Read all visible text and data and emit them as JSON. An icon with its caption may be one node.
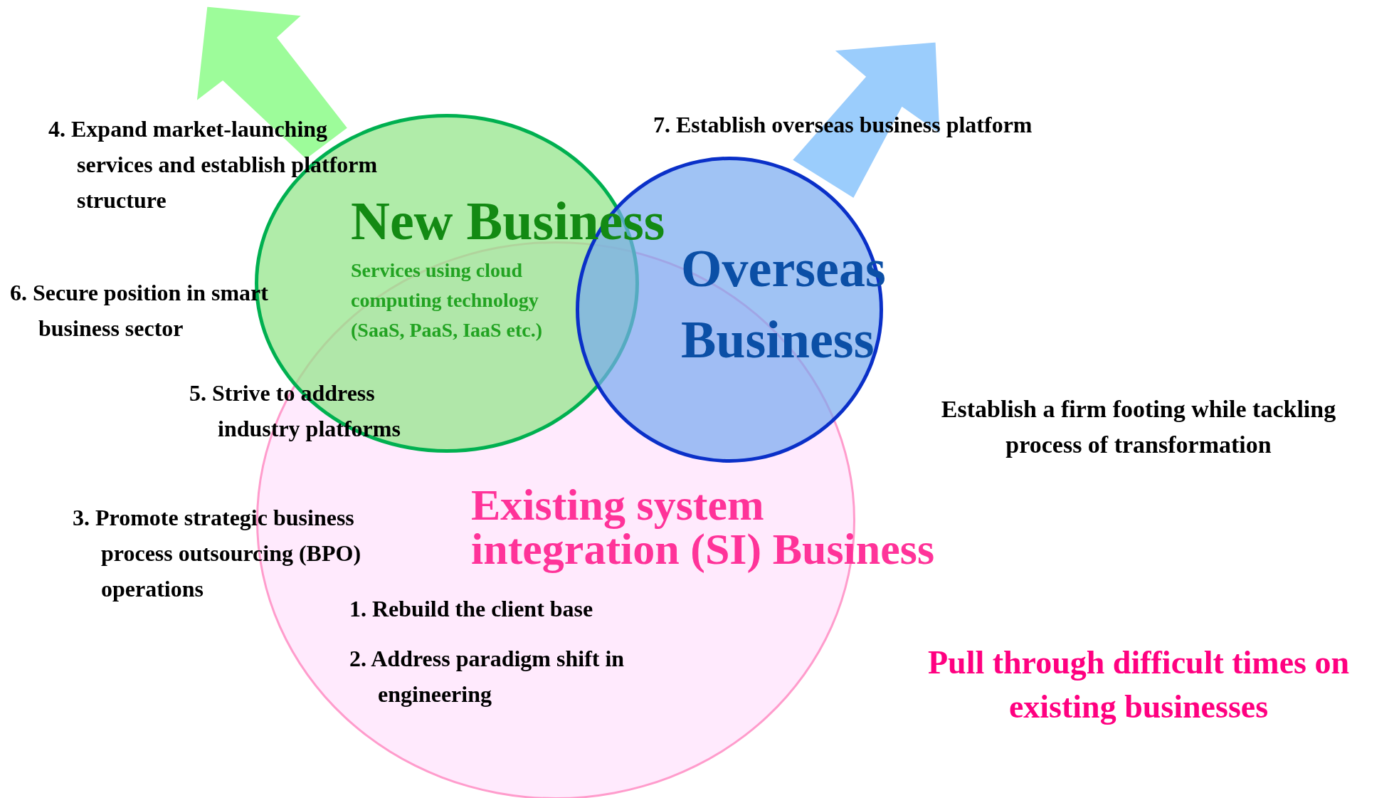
{
  "diagram": {
    "nodes": [
      {
        "text": [
          "New Business",
          "Services using cloud computing technology (SaaS, PaaS, IaaS etc.)"
        ]
      },
      {
        "text": [
          "Overseas Business"
        ]
      },
      {
        "text": [
          "Existing system integration (SI) Business"
        ]
      }
    ],
    "edges": [
      {
        "from": 0,
        "to": null,
        "arrow": "to",
        "style": "thick",
        "color": "#9dfc9a"
      },
      {
        "from": 1,
        "to": null,
        "arrow": "to",
        "style": "thick",
        "color": "#9bcdfc"
      }
    ],
    "labels": [
      "4. Expand market-launching services and establish platform structure",
      "7. Establish overseas business platform",
      "6. Secure position in smart business sector",
      "5. Strive to address industry platforms",
      "Establish a firm footing while tackling process of transformation",
      "3. Promote strategic business process outsourcing (BPO) operations",
      "1. Rebuild the client base",
      "2. Address paradigm shift in engineering",
      "Pull through difficult times on existing businesses"
    ]
  }
}
